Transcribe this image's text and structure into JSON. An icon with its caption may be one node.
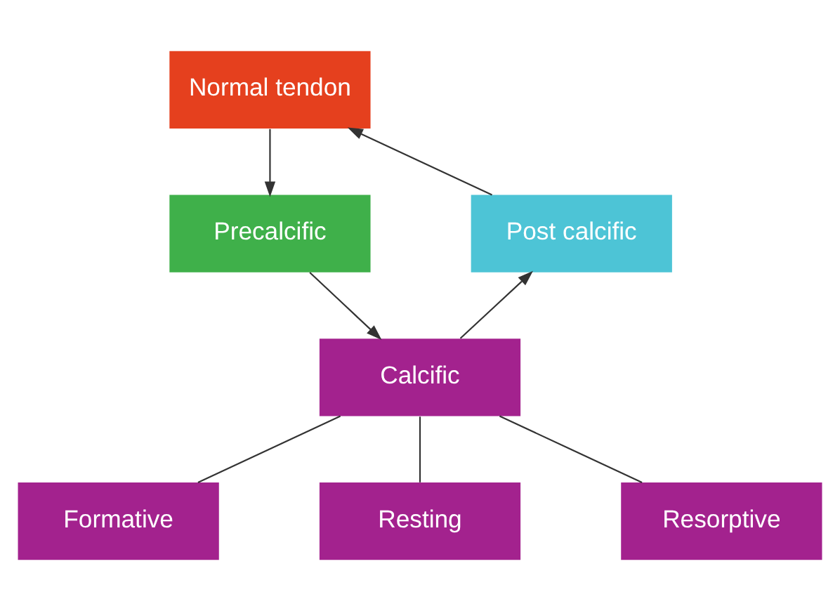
{
  "diagram": {
    "nodes": [
      {
        "text": [
          "Normal tendon"
        ]
      },
      {
        "text": [
          "Precalcific"
        ]
      },
      {
        "text": [
          "Post calcific"
        ]
      },
      {
        "text": [
          "Calcific"
        ]
      },
      {
        "text": [
          "Formative"
        ]
      },
      {
        "text": [
          "Resting"
        ]
      },
      {
        "text": [
          "Resorptive"
        ]
      }
    ],
    "edges": [
      {
        "from": 0,
        "to": 1,
        "arrow": "to"
      },
      {
        "from": 1,
        "to": 3,
        "arrow": "to"
      },
      {
        "from": 3,
        "to": 2,
        "arrow": "to"
      },
      {
        "from": 2,
        "to": 0,
        "arrow": "to"
      },
      {
        "from": 3,
        "to": 4,
        "arrow": "none"
      },
      {
        "from": 3,
        "to": 5,
        "arrow": "none"
      },
      {
        "from": 3,
        "to": 6,
        "arrow": "none"
      }
    ]
  }
}
